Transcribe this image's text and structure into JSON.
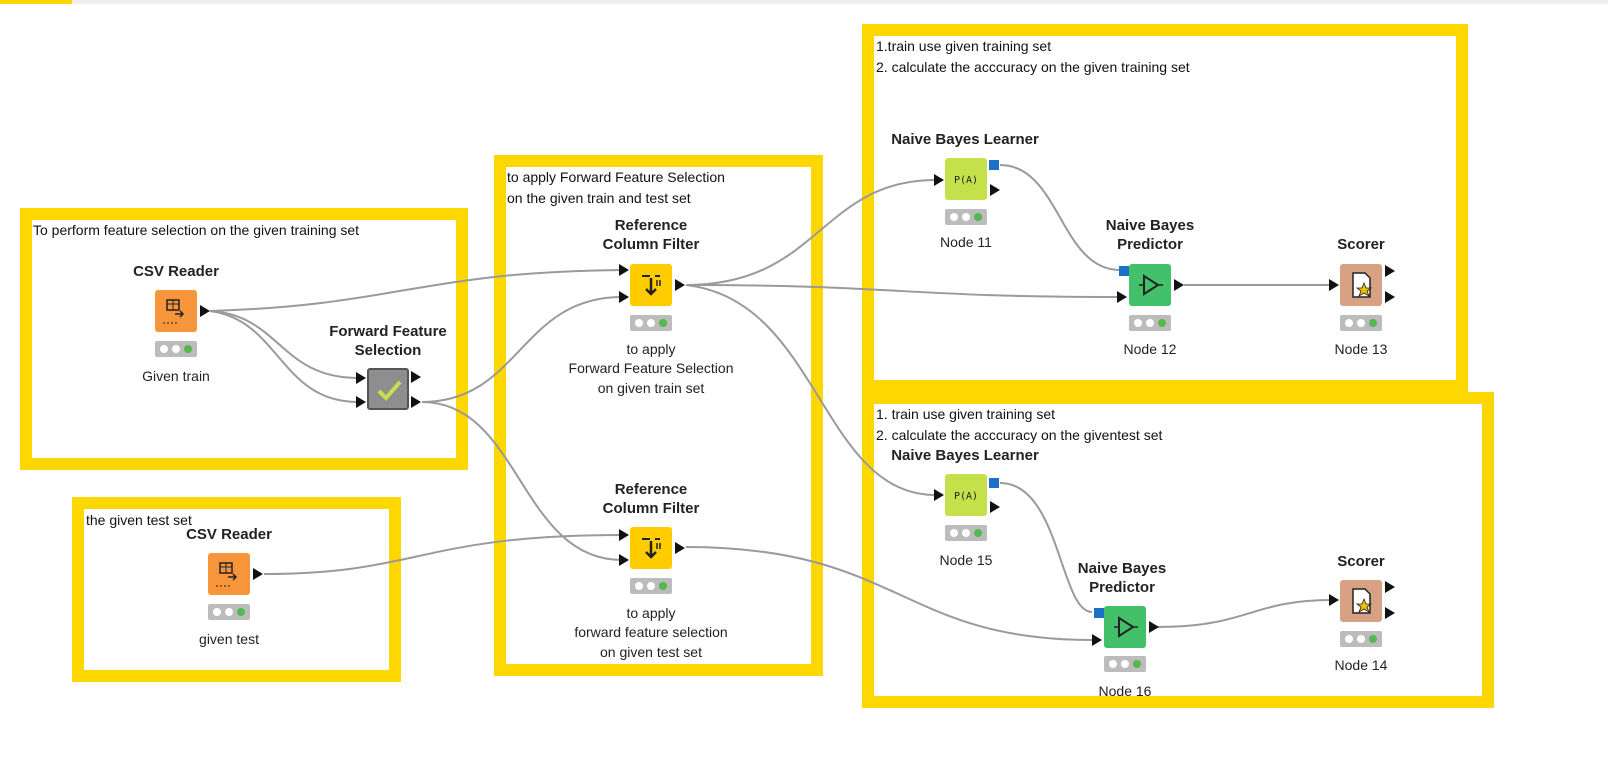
{
  "annotations": {
    "a1": "To perform feature selection on the given training set",
    "a2": "the given test set",
    "a3_line1": "to apply Forward Feature Selection",
    "a3_line2": "on the given train and test set",
    "a4_line1": "1.train use given training set",
    "a4_line2": "2. calculate the acccuracy on the given training set",
    "a5_line1": "1. train use given training set",
    "a5_line2": "2. calculate the acccuracy on the giventest set"
  },
  "nodes": {
    "csv_train": {
      "title": "CSV Reader",
      "label": "Given train"
    },
    "ffs": {
      "title_line1": "Forward Feature",
      "title_line2": "Selection"
    },
    "csv_test": {
      "title": "CSV Reader",
      "label": "given test"
    },
    "rcf1": {
      "title_line1": "Reference",
      "title_line2": "Column Filter",
      "label_line1": "to apply",
      "label_line2": "Forward Feature Selection",
      "label_line3": "on given train set"
    },
    "rcf2": {
      "title_line1": "Reference",
      "title_line2": "Column Filter",
      "label_line1": "to apply",
      "label_line2": "forward feature selection",
      "label_line3": "on given test set"
    },
    "nbl11": {
      "title": "Naive Bayes Learner",
      "label": "Node 11"
    },
    "nbp12": {
      "title_line1": "Naive Bayes",
      "title_line2": "Predictor",
      "label": "Node 12"
    },
    "sc13": {
      "title": "Scorer",
      "label": "Node 13"
    },
    "nbl15": {
      "title": "Naive Bayes Learner",
      "label": "Node 15"
    },
    "nbp16": {
      "title_line1": "Naive Bayes",
      "title_line2": "Predictor",
      "label": "Node 16"
    },
    "sc14": {
      "title": "Scorer",
      "label": "Node 14"
    }
  },
  "icons": {
    "csv_reader": "table-arrow-icon",
    "forward_feature_selection": "checkmark-icon",
    "reference_column_filter": "filter-arrow-icon",
    "naive_bayes_learner": "bracket-a-icon",
    "naive_bayes_predictor": "play-triangle-icon",
    "scorer": "document-star-icon"
  },
  "colors": {
    "annotation_border": "#ffd700",
    "reader": "#f6953a",
    "filter": "#ffcc00",
    "learner": "#c4e04a",
    "predictor": "#43c06a",
    "scorer": "#d7a283",
    "loop": "#8e8e8e",
    "status_ok": "#53b84e"
  }
}
